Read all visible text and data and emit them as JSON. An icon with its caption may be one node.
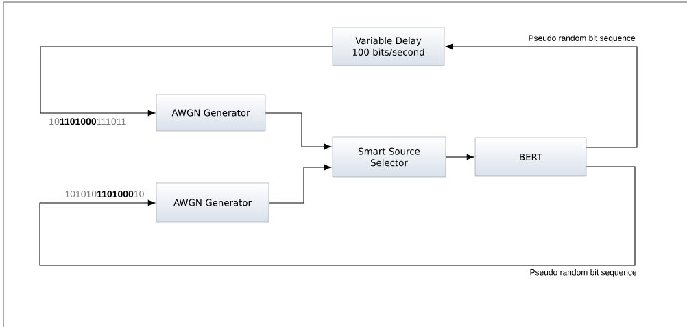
{
  "diagram": {
    "nodes": [
      {
        "text": [
          "Variable Delay 100 bits/second"
        ]
      },
      {
        "text": [
          "AWGN Generator"
        ]
      },
      {
        "text": [
          "Smart Source Selector"
        ]
      },
      {
        "text": [
          "AWGN Generator"
        ]
      },
      {
        "text": [
          "BERT"
        ]
      }
    ],
    "edges": [
      {
        "from": 4,
        "to": 0,
        "arrow": "to",
        "label": "Pseudo random bit sequence"
      },
      {
        "from": 0,
        "to": 1,
        "arrow": "to",
        "label": "10**1101000**111011"
      },
      {
        "from": 1,
        "to": 2,
        "arrow": "to"
      },
      {
        "from": 3,
        "to": 2,
        "arrow": "to"
      },
      {
        "from": 2,
        "to": 4,
        "arrow": "to"
      },
      {
        "from": 4,
        "to": 3,
        "arrow": "to",
        "label": "Pseudo random bit sequence"
      }
    ],
    "labels": [
      "101010**1101000**10"
    ]
  }
}
